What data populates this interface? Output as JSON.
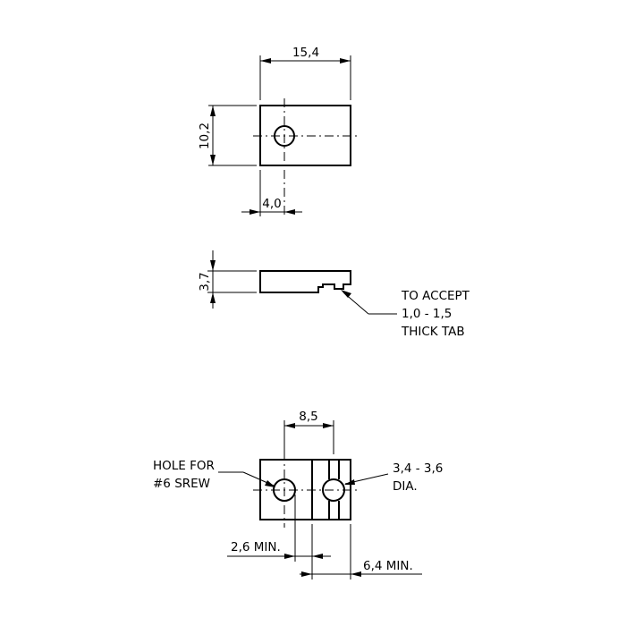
{
  "top_view": {
    "width_dim": "15,4",
    "height_dim": "10,2",
    "hole_offset_dim": "4,0"
  },
  "side_view": {
    "thickness_dim": "3,7",
    "note_lines": [
      "TO ACCEPT",
      "1,0 - 1,5",
      "THICK TAB"
    ]
  },
  "bottom_view": {
    "hole_spacing_dim": "8,5",
    "left_note_lines": [
      "HOLE FOR",
      "#6 SREW"
    ],
    "right_note_lines": [
      "3,4 - 3,6",
      "DIA."
    ],
    "min_left_dim": "2,6 MIN.",
    "min_right_dim": "6,4 MIN."
  }
}
